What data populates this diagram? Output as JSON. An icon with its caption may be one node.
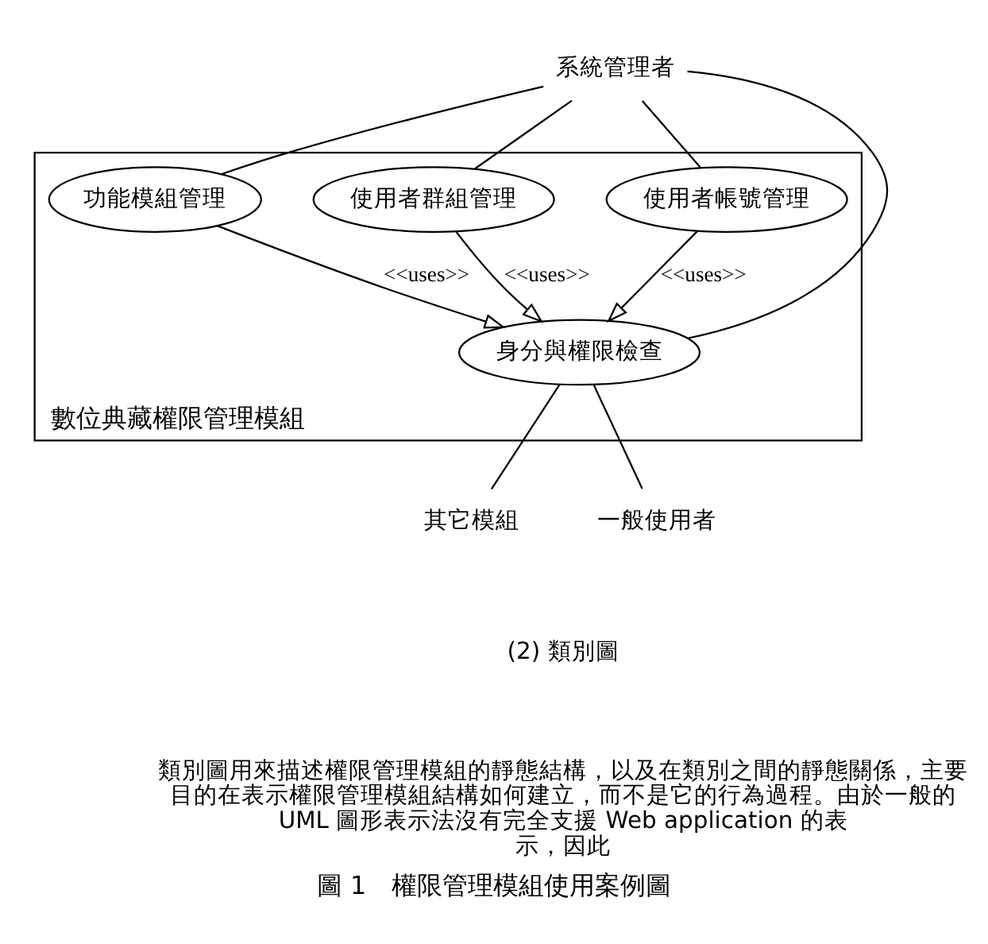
{
  "diagram": {
    "caption": "圖 1　權限管理模組使用案例圖",
    "nodes": [
      {
        "text": [
          "系統管理者"
        ]
      },
      {
        "text": [
          "數位典藏權限管理模組"
        ]
      },
      {
        "text": [
          "功能模組管理"
        ],
        "in": 1
      },
      {
        "text": [
          "使用者群組管理"
        ],
        "in": 1
      },
      {
        "text": [
          "使用者帳號管理"
        ],
        "in": 1
      },
      {
        "text": [
          "身分與權限檢查"
        ],
        "in": 1
      },
      {
        "text": [
          "其它模組"
        ]
      },
      {
        "text": [
          "一般使用者"
        ]
      }
    ],
    "edges": [
      {
        "from": 0,
        "to": 2,
        "arrow": "none"
      },
      {
        "from": 0,
        "to": 3,
        "arrow": "none"
      },
      {
        "from": 0,
        "to": 4,
        "arrow": "none"
      },
      {
        "from": 0,
        "to": 5,
        "arrow": "none"
      },
      {
        "from": 2,
        "to": 5,
        "arrow": "to",
        "label": "<<uses>>"
      },
      {
        "from": 3,
        "to": 5,
        "arrow": "to",
        "label": "<<uses>>"
      },
      {
        "from": 4,
        "to": 5,
        "arrow": "to",
        "label": "<<uses>>"
      },
      {
        "from": 5,
        "to": 6,
        "arrow": "none"
      },
      {
        "from": 5,
        "to": 7,
        "arrow": "none"
      }
    ],
    "labels": [
      "(2) 類別圖",
      "類別圖用來描述權限管理模組的靜態結構，以及在類別之間的靜態關係，主要目的在表示權限管理模組結構如何建立，而不是它的行為過程。由於一般的 UML 圖形表示法沒有完全支援 Web application 的表示，因此"
    ]
  }
}
